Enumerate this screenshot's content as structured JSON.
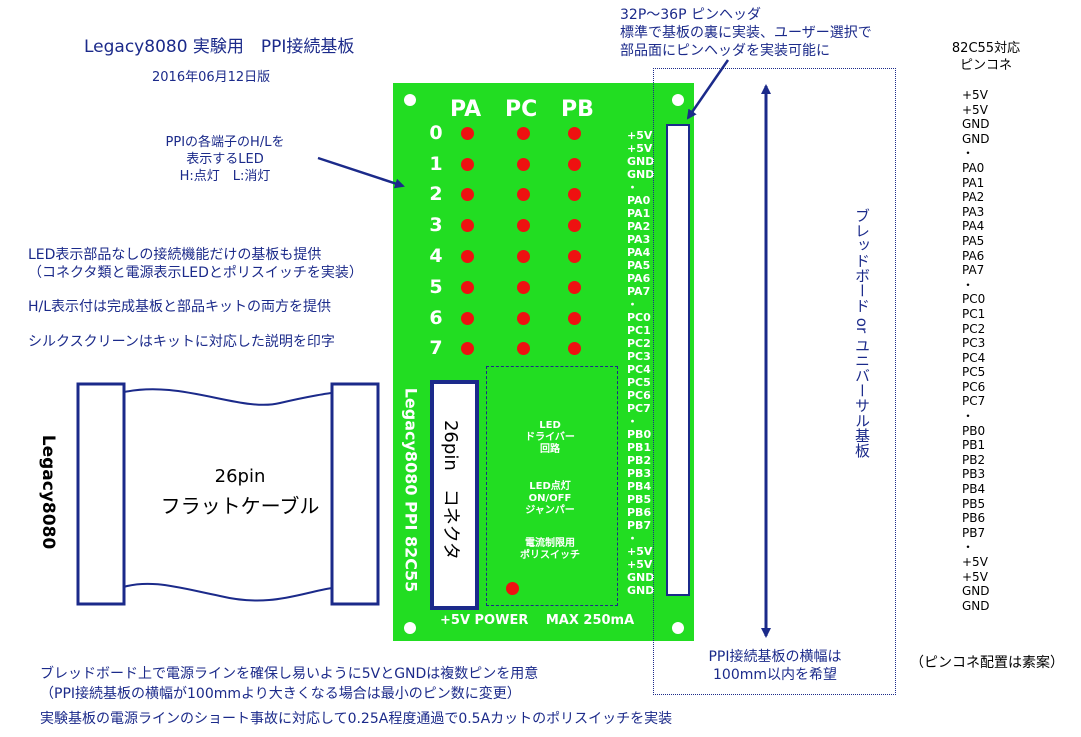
{
  "header": {
    "title": "Legacy8080 実験用　PPI接続基板",
    "date": "2016年06月12日版"
  },
  "annotations": {
    "pin_header_note": [
      "32P〜36P ピンヘッダ",
      "標準で基板の裏に実装、ユーザー選択で",
      "部品面にピンヘッダを実装可能に"
    ],
    "ppi_led_note": [
      "PPIの各端子のH/Lを",
      "表示するLED",
      "H:点灯　L:消灯"
    ],
    "info_lines": [
      "LED表示部品なしの接続機能だけの基板も提供",
      "（コネクタ類と電源表示LEDとポリスイッチを実装）",
      "H/L表示付は完成基板と部品キットの両方を提供",
      "シルクスクリーンはキットに対応した説明を印字"
    ],
    "bottom_lines": [
      "ブレッドボード上で電源ラインを確保し易いように5VとGNDは複数ピンを用意",
      "（PPI接続基板の横幅が100mmより大きくなる場合は最小のピン数に変更）",
      "実験基板の電源ラインのショート事故に対応して0.25A程度通過で0.5Aカットのポリスイッチを実装"
    ],
    "width_note": [
      "PPI接続基板の横幅は",
      "100mm以内を希望"
    ],
    "breadboard_label": "ブレッドボード or ユニバーサル基板",
    "pinconn_title": [
      "82C55対応",
      "ピンコネ"
    ],
    "pinconn_note": "（ピンコネ配置は素案）"
  },
  "cable": {
    "label_top": "26pin",
    "label_bottom": "フラットケーブル",
    "side_label": "Legacy8080"
  },
  "board": {
    "columns": [
      "PA",
      "PC",
      "PB"
    ],
    "rows": [
      "0",
      "1",
      "2",
      "3",
      "4",
      "5",
      "6",
      "7"
    ],
    "connector_label": "26pin　コネクタ",
    "board_name": "Legacy8080 PPI 82C55",
    "led_driver": [
      "LED",
      "ドライバー",
      "回路"
    ],
    "jumper": [
      "LED点灯",
      "ON/OFF",
      "ジャンパー"
    ],
    "polyswitch": [
      "電流制限用",
      "ポリスイッチ"
    ],
    "footer": "+5V POWER　 MAX 250mA",
    "header_pins": [
      "+5V",
      "+5V",
      "GND",
      "GND",
      "・",
      "PA0",
      "PA1",
      "PA2",
      "PA3",
      "PA4",
      "PA5",
      "PA6",
      "PA7",
      "・",
      "PC0",
      "PC1",
      "PC2",
      "PC3",
      "PC4",
      "PC5",
      "PC6",
      "PC7",
      "・",
      "PB0",
      "PB1",
      "PB2",
      "PB3",
      "PB4",
      "PB5",
      "PB6",
      "PB7",
      "・",
      "+5V",
      "+5V",
      "GND",
      "GND"
    ]
  },
  "pinconn_list": [
    "+5V",
    "+5V",
    "GND",
    "GND",
    "・",
    "PA0",
    "PA1",
    "PA2",
    "PA3",
    "PA4",
    "PA5",
    "PA6",
    "PA7",
    "・",
    "PC0",
    "PC1",
    "PC2",
    "PC3",
    "PC4",
    "PC5",
    "PC6",
    "PC7",
    "・",
    "PB0",
    "PB1",
    "PB2",
    "PB3",
    "PB4",
    "PB5",
    "PB6",
    "PB7",
    "・",
    "+5V",
    "+5V",
    "GND",
    "GND"
  ],
  "colors": {
    "board": "#22dd22",
    "led": "#ee1111",
    "navy": "#1b2a8a",
    "arrow": "#1b2a8a"
  }
}
